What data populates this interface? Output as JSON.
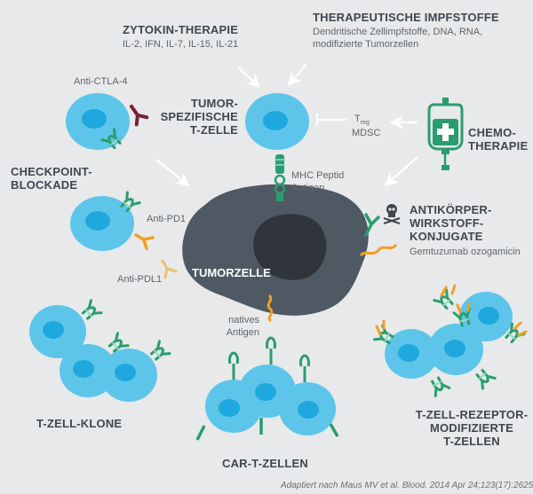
{
  "zytokin": {
    "title": "ZYTOKIN-THERAPIE",
    "sub": "IL-2, IFN, IL-7, IL-15, IL-21"
  },
  "impfstoffe": {
    "title": "THERAPEUTISCHE IMPFSTOFFE",
    "sub1": "Dendritische Zellimpfstoffe, DNA, RNA,",
    "sub2": "modifizierte Tumorzellen"
  },
  "tzelle": {
    "line1": "TUMOR-",
    "line2": "SPEZIFISCHE",
    "line3": "T-ZELLE"
  },
  "treg": {
    "t": "T",
    "sub": "reg",
    "mdsc": "MDSC"
  },
  "chemo": {
    "line1": "CHEMO-",
    "line2": "THERAPIE"
  },
  "anti_ctla4": "Anti-CTLA-4",
  "checkpoint": {
    "line1": "CHECKPOINT-",
    "line2": "BLOCKADE"
  },
  "mhc": {
    "line1": "MHC Peptid",
    "line2": "Antigen"
  },
  "adc": {
    "line1": "ANTIKÖRPER-",
    "line2": "WIRKSTOFF-",
    "line3": "KONJUGATE",
    "sub": "Gemtuzumab ozogamicin"
  },
  "anti_pd1": "Anti-PD1",
  "anti_pdl1": "Anti-PDL1",
  "tumorzelle": "TUMORZELLE",
  "natives": {
    "line1": "natives",
    "line2": "Antigen"
  },
  "tzell_klone": "T-ZELL-KLONE",
  "car": "CAR-T-ZELLEN",
  "tcr": {
    "line1": "T-ZELL-REZEPTOR-",
    "line2": "MODIFIZIERTE",
    "line3": "T-ZELLEN"
  },
  "citation": "Adaptiert nach Maus MV et al. Blood. 2014 Apr 24;123(17):2625-35.",
  "colors": {
    "background": "#e8e9ea",
    "cell": "#5ec5ea",
    "nucleus": "#1fa8dd",
    "tumor": "#4e5963",
    "receptor": "#2a9d6e",
    "ctla4": "#7b2030",
    "pd1": "#f0a020",
    "heading": "#3f4750"
  },
  "icons": [
    "arrow-icon",
    "inhibition-icon",
    "iv-bag-icon",
    "skull-icon",
    "antibody-icon",
    "t-cell-receptor-icon",
    "chimeric-antigen-receptor-icon"
  ]
}
